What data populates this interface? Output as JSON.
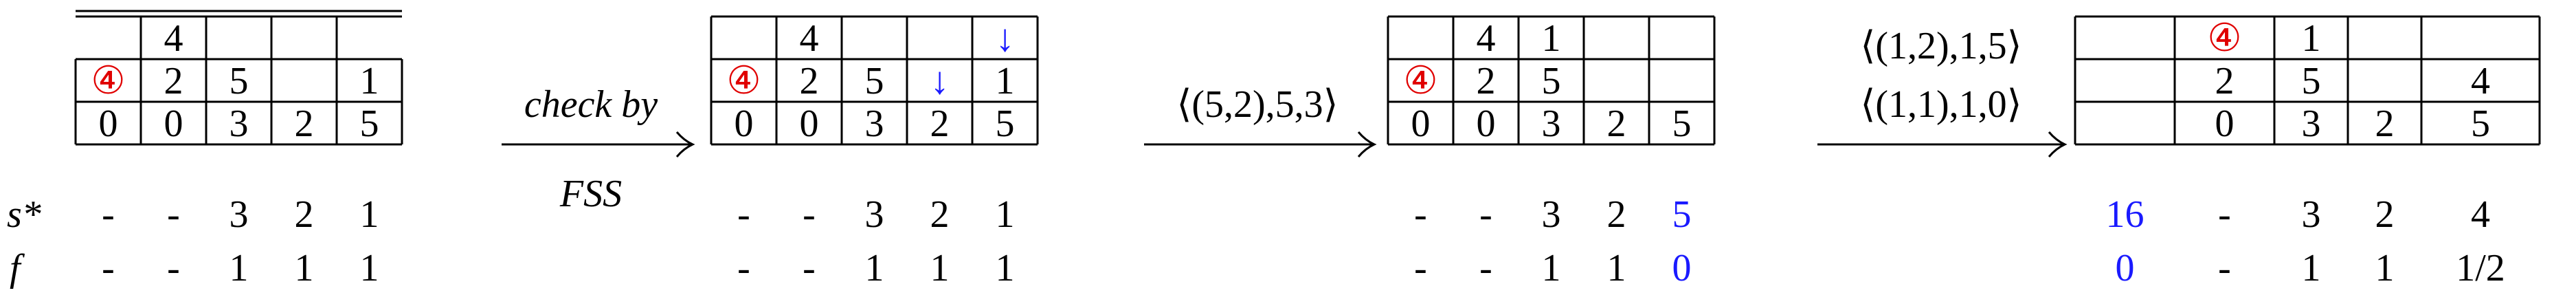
{
  "row_labels": {
    "s_star": "s*",
    "f": "f"
  },
  "panels": [
    {
      "id": "p1",
      "grid": [
        [
          "",
          "4",
          "",
          "",
          ""
        ],
        [
          "④",
          "2",
          "5",
          "",
          "1"
        ],
        [
          "0",
          "0",
          "3",
          "2",
          "5"
        ]
      ],
      "s_star": [
        "-",
        "-",
        "3",
        "2",
        "1"
      ],
      "f": [
        "-",
        "-",
        "1",
        "1",
        "1"
      ]
    },
    {
      "id": "p2",
      "grid": [
        [
          "",
          "4",
          "",
          "",
          "↓"
        ],
        [
          "④",
          "2",
          "5",
          "↓",
          "1"
        ],
        [
          "0",
          "0",
          "3",
          "2",
          "5"
        ]
      ],
      "s_star": [
        "-",
        "-",
        "3",
        "2",
        "1"
      ],
      "f": [
        "-",
        "-",
        "1",
        "1",
        "1"
      ]
    },
    {
      "id": "p3",
      "grid": [
        [
          "",
          "4",
          "1",
          "",
          ""
        ],
        [
          "④",
          "2",
          "5",
          "",
          ""
        ],
        [
          "0",
          "0",
          "3",
          "2",
          "5"
        ]
      ],
      "s_star": [
        "-",
        "-",
        "3",
        "2",
        "5"
      ],
      "f": [
        "-",
        "-",
        "1",
        "1",
        "0"
      ]
    },
    {
      "id": "p4",
      "grid": [
        [
          "",
          "④",
          "1",
          "",
          ""
        ],
        [
          "",
          "2",
          "5",
          "",
          "4"
        ],
        [
          "",
          "0",
          "3",
          "2",
          "5"
        ]
      ],
      "s_star": [
        "16",
        "-",
        "3",
        "2",
        "4"
      ],
      "f": [
        "0",
        "-",
        "1",
        "1",
        "1/2"
      ]
    }
  ],
  "arrows": [
    {
      "top": "check by",
      "bottom": "FSS"
    },
    {
      "top": "⟨(5,2),5,3⟩",
      "bottom": ""
    },
    {
      "top": "⟨(1,2),1,5⟩",
      "bottom": "⟨(1,1),1,0⟩"
    }
  ],
  "colors": {
    "red": "#e00000",
    "blue": "#1a1aff",
    "black": "#000000"
  }
}
